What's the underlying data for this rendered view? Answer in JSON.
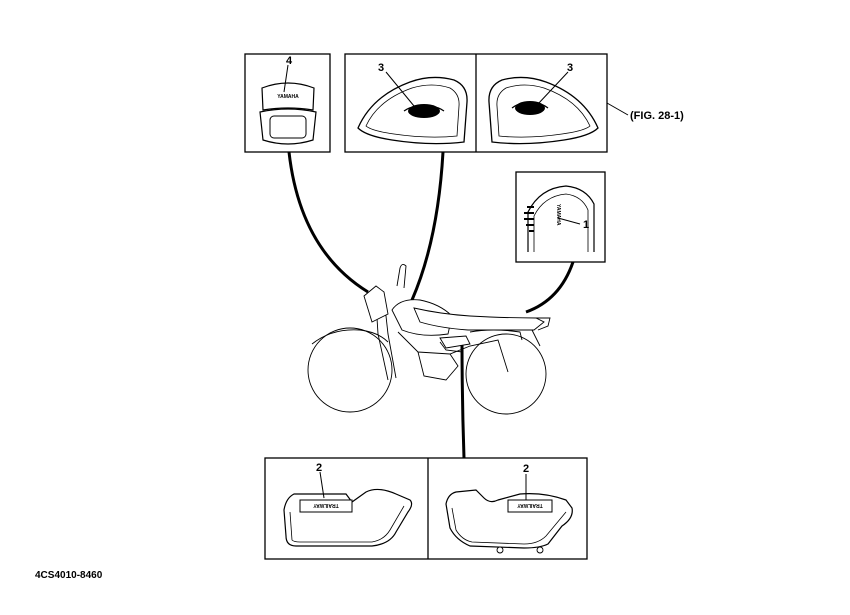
{
  "callouts": {
    "emblem_rear_panel": "1",
    "side_cover_left": "2",
    "side_cover_right": "2",
    "tank_left": "3",
    "tank_right": "3",
    "headlight_cover": "4"
  },
  "figure_reference": "(FIG. 28-1)",
  "document_code": "4CS4010-8460",
  "decal_text": {
    "headlight_brand": "YAMAHA",
    "rear_brand": "YAMAHA",
    "side_cover_model": "TRAILWAY"
  }
}
